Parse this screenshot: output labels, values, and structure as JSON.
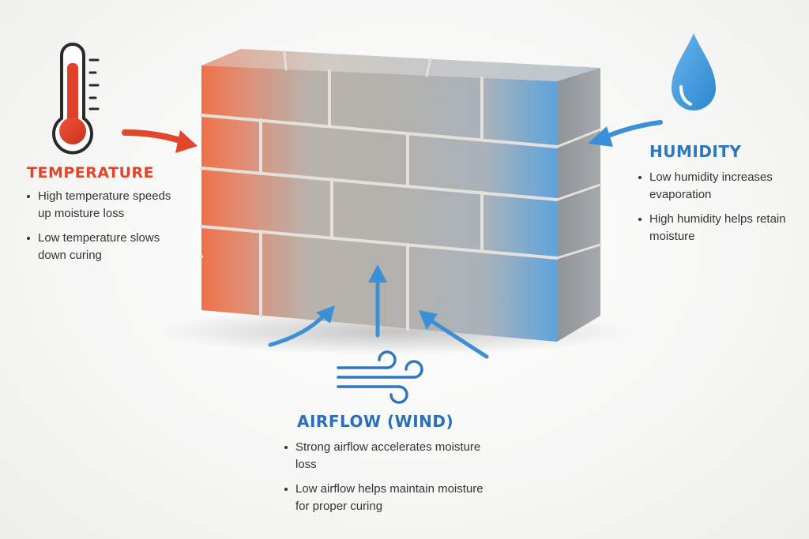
{
  "temperature": {
    "title": "TEMPERATURE",
    "bullets": [
      "High temperature speeds up moisture loss",
      "Low temperature slows down curing"
    ],
    "color": "#e2452a"
  },
  "humidity": {
    "title": "HUMIDITY",
    "bullets": [
      "Low humidity increases evaporation",
      "High humidity helps retain moisture"
    ],
    "color": "#2d77bf"
  },
  "airflow": {
    "title": "AIRFLOW (WIND)",
    "bullets": [
      "Strong airflow accelerates moisture loss",
      "Low airflow helps maintain moisture for proper curing"
    ],
    "color": "#2d6fb6"
  },
  "icons": {
    "temperature": "thermometer-icon",
    "humidity": "water-drop-icon",
    "airflow": "wind-icon"
  }
}
